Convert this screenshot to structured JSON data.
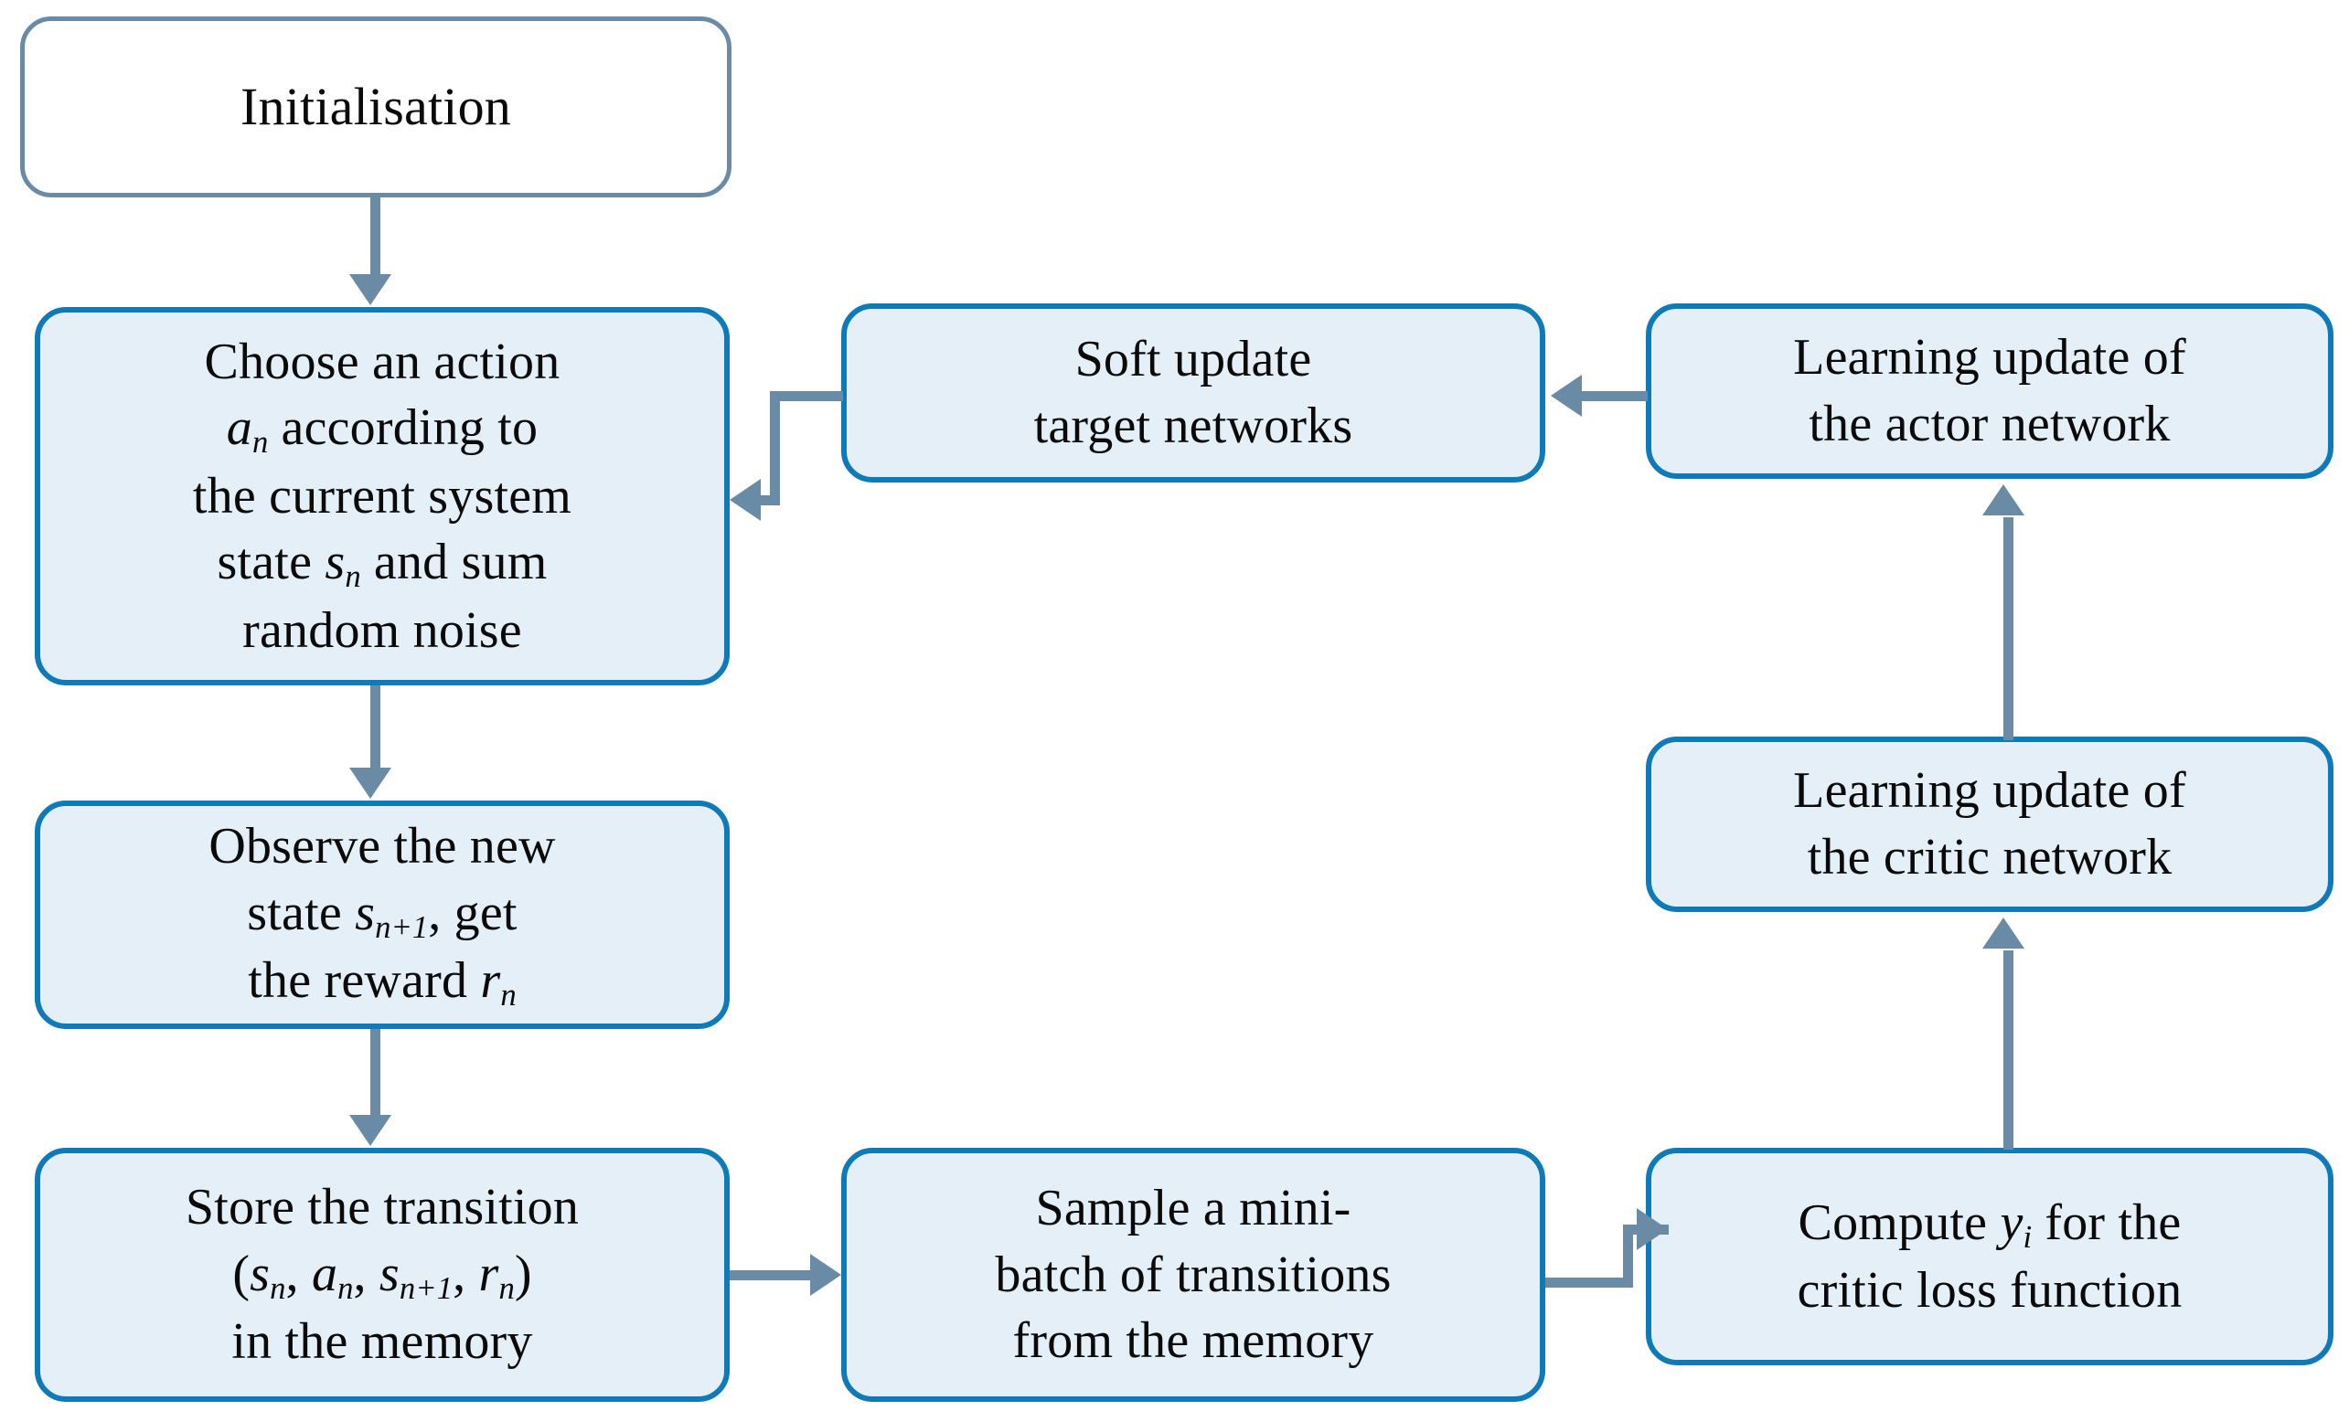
{
  "diagram": {
    "type": "flowchart",
    "title": "DDPG reinforcement learning algorithm flowchart",
    "background_color": "#ffffff",
    "palette": {
      "start_border": "#6a8ba5",
      "start_fill": "#ffffff",
      "process_border": "#0f7ab8",
      "process_fill": "#e4eff7",
      "connector": "#6a8ba5",
      "text": "#0a0a0a"
    }
  },
  "nodes": {
    "initialisation": {
      "id": "initialisation",
      "kind": "start",
      "lines": [
        "Initialisation"
      ],
      "text": "Initialisation"
    },
    "choose_action": {
      "id": "choose-action",
      "kind": "process",
      "lines": [
        "Choose an action",
        "a_n according to",
        "the current system",
        "state s_n and sum",
        "random noise"
      ],
      "text": "Choose an action a_n according to the current system state s_n and sum random noise",
      "line1": "Choose an action",
      "line2_pre": "",
      "line2_var": "a",
      "line2_sub": "n",
      "line2_post": " according to",
      "line3": "the current system",
      "line4_pre": "state ",
      "line4_var": "s",
      "line4_sub": "n",
      "line4_post": " and sum",
      "line5": "random noise"
    },
    "observe_state": {
      "id": "observe-state",
      "kind": "process",
      "lines": [
        "Observe the new",
        "state s_{n+1}, get",
        "the reward r_n"
      ],
      "text": "Observe the new state s_{n+1}, get the reward r_n",
      "line1": "Observe the new",
      "line2_pre": "state ",
      "line2_var": "s",
      "line2_sub": "n+1",
      "line2_post": ", get",
      "line3_pre": "the reward ",
      "line3_var": "r",
      "line3_sub": "n",
      "line3_post": ""
    },
    "store_transition": {
      "id": "store-transition",
      "kind": "process",
      "lines": [
        "Store the transition",
        "(s_n, a_n, s_{n+1}, r_n)",
        "in the memory"
      ],
      "text": "Store the transition (s_n, a_n, s_{n+1}, r_n) in the memory",
      "line1": "Store the transition",
      "line2_open": "(",
      "line2_v1": "s",
      "line2_s1": "n",
      "line2_sep1": ", ",
      "line2_v2": "a",
      "line2_s2": "n",
      "line2_sep2": ", ",
      "line2_v3": "s",
      "line2_s3": "n+1",
      "line2_sep3": ", ",
      "line2_v4": "r",
      "line2_s4": "n",
      "line2_close": ")",
      "line3": "in the memory"
    },
    "sample_minibatch": {
      "id": "sample-minibatch",
      "kind": "process",
      "lines": [
        "Sample a mini-",
        "batch of transitions",
        "from the memory"
      ],
      "text": "Sample a mini-batch of transitions from the memory",
      "line1": "Sample a mini-",
      "line2": "batch of transitions",
      "line3": "from the memory"
    },
    "compute_y": {
      "id": "compute-y",
      "kind": "process",
      "lines": [
        "Compute y_i for the",
        "critic loss function"
      ],
      "text": "Compute y_i for the critic loss function",
      "line1_pre": "Compute ",
      "line1_var": "y",
      "line1_sub": "i",
      "line1_post": " for the",
      "line2": "critic loss function"
    },
    "critic_update": {
      "id": "critic-update",
      "kind": "process",
      "lines": [
        "Learning update of",
        "the critic network"
      ],
      "text": "Learning update of the critic network",
      "line1": "Learning update of",
      "line2": "the critic network"
    },
    "actor_update": {
      "id": "actor-update",
      "kind": "process",
      "lines": [
        "Learning update of",
        "the actor network"
      ],
      "text": "Learning update of the actor network",
      "line1": "Learning update of",
      "line2": "the actor network"
    },
    "soft_update": {
      "id": "soft-update",
      "kind": "process",
      "lines": [
        "Soft update",
        "target networks"
      ],
      "text": "Soft update target networks",
      "line1": "Soft update",
      "line2": "target networks"
    }
  },
  "edges": [
    {
      "id": "e1",
      "from": "initialisation",
      "to": "choose_action",
      "shape": "straight-down",
      "direction": "down"
    },
    {
      "id": "e2",
      "from": "choose_action",
      "to": "observe_state",
      "shape": "straight-down",
      "direction": "down"
    },
    {
      "id": "e3",
      "from": "observe_state",
      "to": "store_transition",
      "shape": "straight-down",
      "direction": "down"
    },
    {
      "id": "e4",
      "from": "store_transition",
      "to": "sample_minibatch",
      "shape": "straight-right",
      "direction": "right"
    },
    {
      "id": "e5",
      "from": "sample_minibatch",
      "to": "compute_y",
      "shape": "z-elbow-right",
      "direction": "right"
    },
    {
      "id": "e6",
      "from": "compute_y",
      "to": "critic_update",
      "shape": "straight-up",
      "direction": "up"
    },
    {
      "id": "e7",
      "from": "critic_update",
      "to": "actor_update",
      "shape": "straight-up",
      "direction": "up"
    },
    {
      "id": "e8",
      "from": "actor_update",
      "to": "soft_update",
      "shape": "straight-left",
      "direction": "left"
    },
    {
      "id": "e9",
      "from": "soft_update",
      "to": "choose_action",
      "shape": "z-elbow-left",
      "direction": "left"
    }
  ]
}
